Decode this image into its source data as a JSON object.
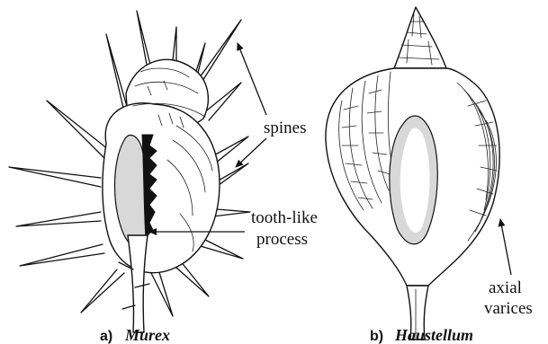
{
  "figure": {
    "panels": [
      {
        "id": "a",
        "caption_letter": "a)",
        "caption_name": "Murex",
        "callouts": {
          "spines": "spines",
          "tooth_line1": "tooth-like",
          "tooth_line2": "process"
        }
      },
      {
        "id": "b",
        "caption_letter": "b)",
        "caption_name": "Haustellum",
        "callouts": {
          "axial_line1": "axial",
          "axial_line2": "varices"
        }
      }
    ]
  }
}
